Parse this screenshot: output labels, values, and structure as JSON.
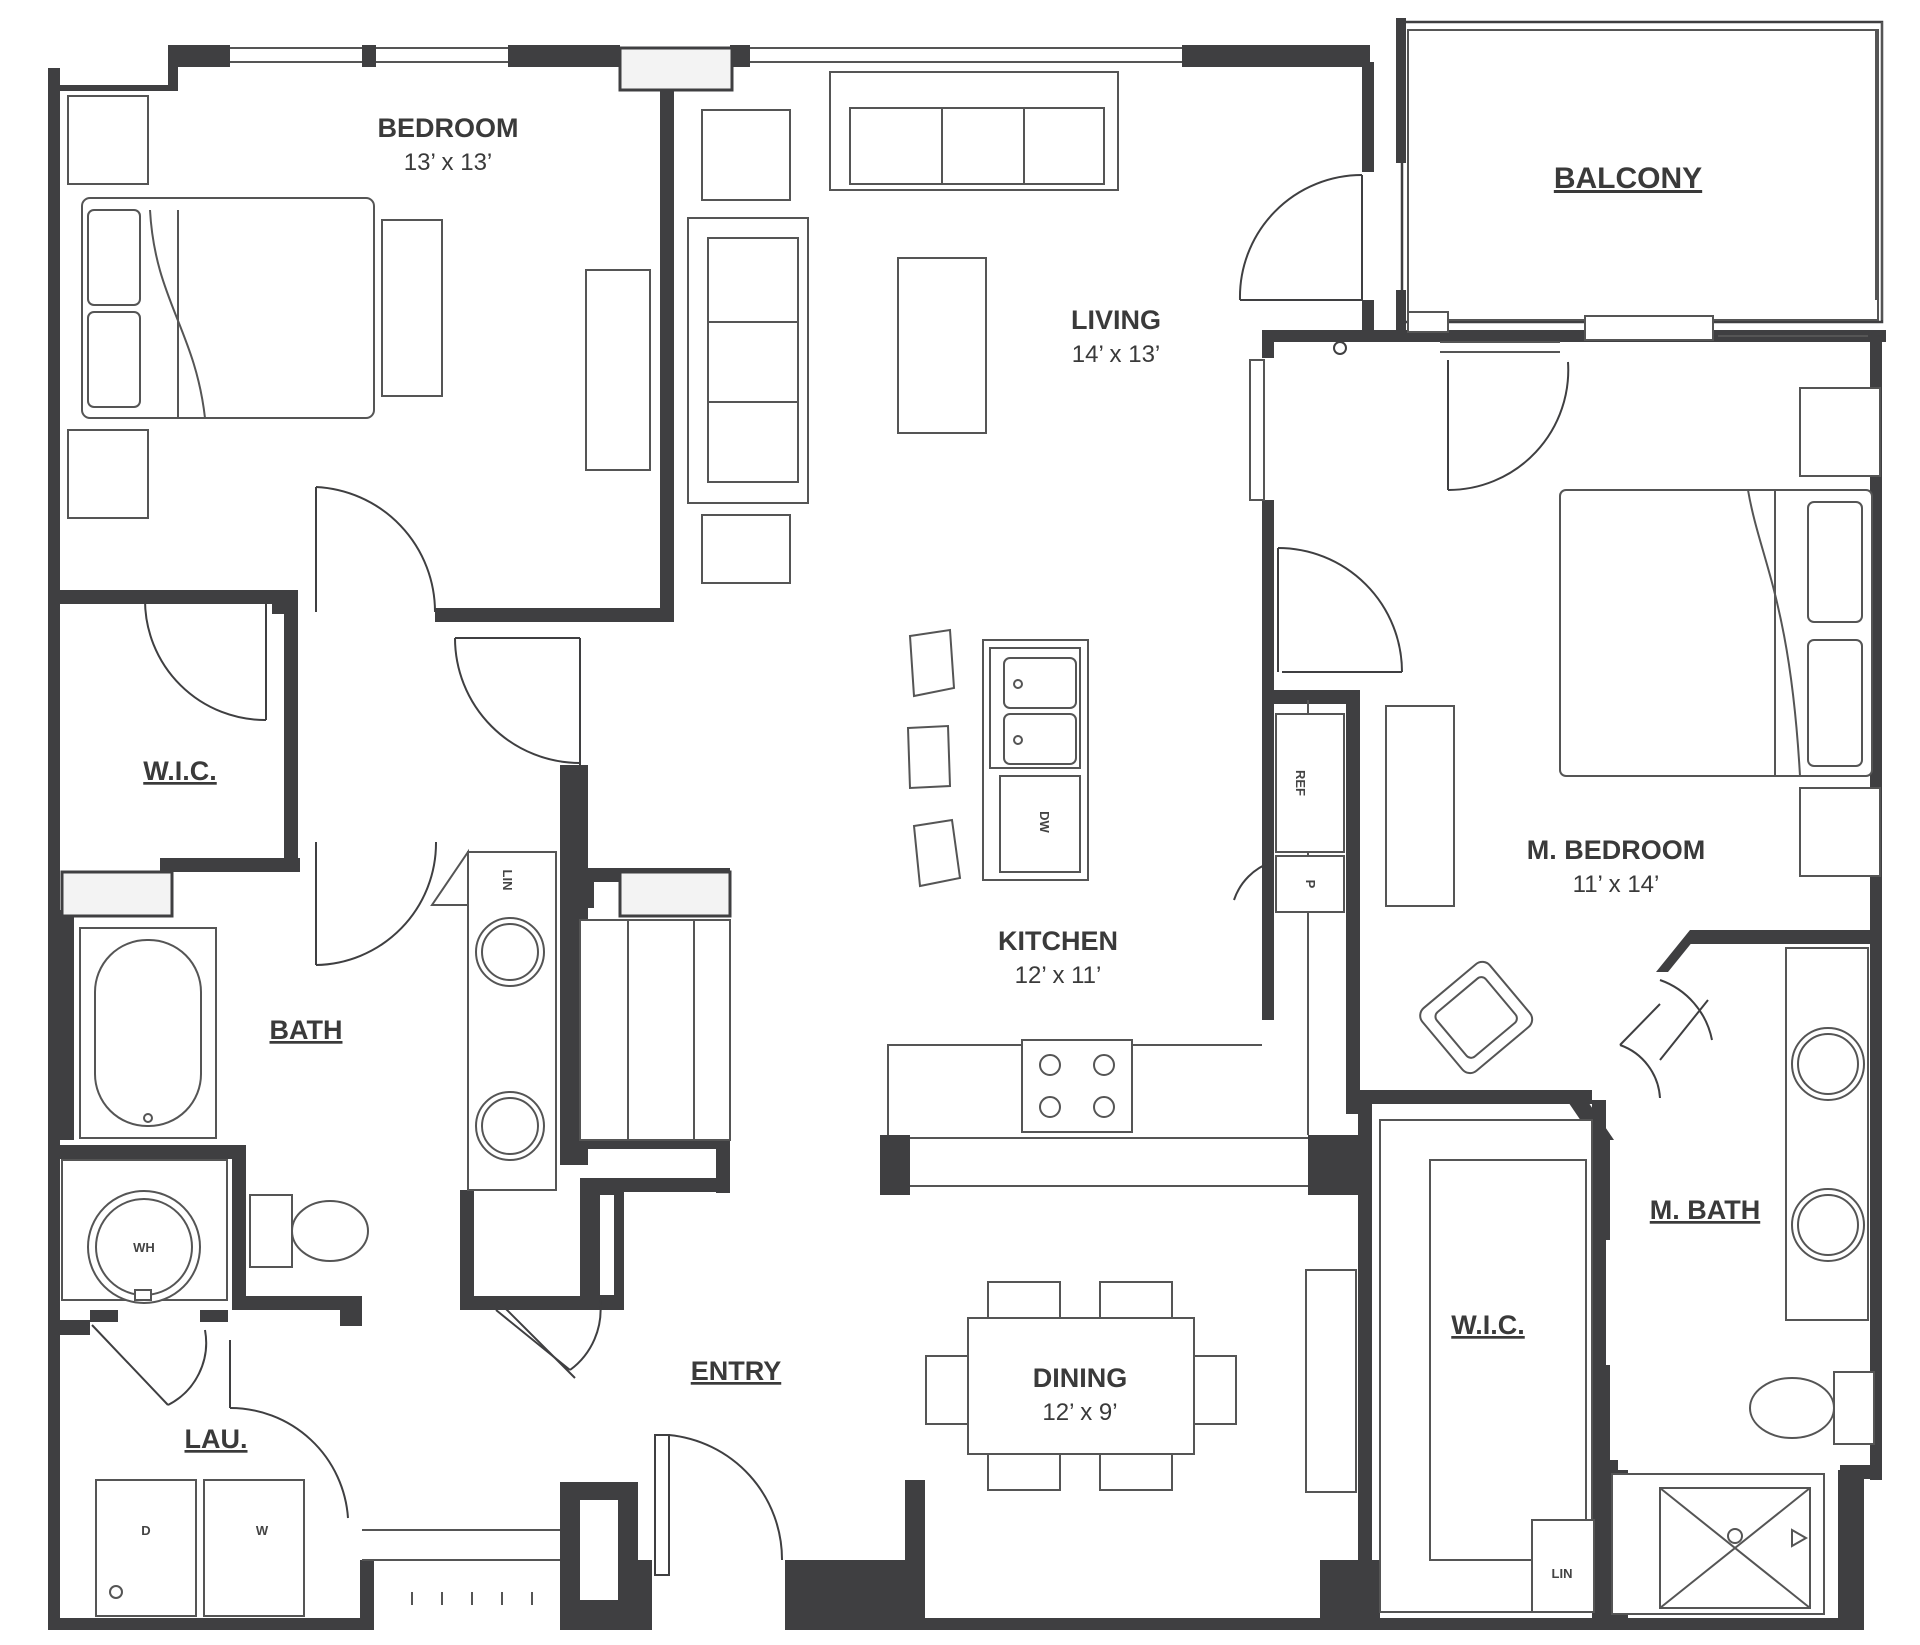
{
  "rooms": {
    "bedroom": {
      "name": "BEDROOM",
      "dims": "13’ x 13’"
    },
    "living": {
      "name": "LIVING",
      "dims": "14’ x 13’"
    },
    "balcony": {
      "name": "BALCONY"
    },
    "wic_left": {
      "name": "W.I.C."
    },
    "bath": {
      "name": "BATH"
    },
    "kitchen": {
      "name": "KITCHEN",
      "dims": "12’ x 11’"
    },
    "m_bedroom": {
      "name": "M. BEDROOM",
      "dims": "11’ x 14’"
    },
    "m_bath": {
      "name": "M. BATH"
    },
    "entry": {
      "name": "ENTRY"
    },
    "dining": {
      "name": "DINING",
      "dims": "12’ x 9’"
    },
    "wic_right": {
      "name": "W.I.C."
    },
    "laundry": {
      "name": "LAU."
    }
  },
  "fixtures": {
    "ref": "REF",
    "pantry": "P",
    "dishwasher": "DW",
    "linen_bath": "LIN",
    "linen_mbath": "LIN",
    "water_heater": "WH",
    "dryer": "D",
    "washer": "W"
  }
}
